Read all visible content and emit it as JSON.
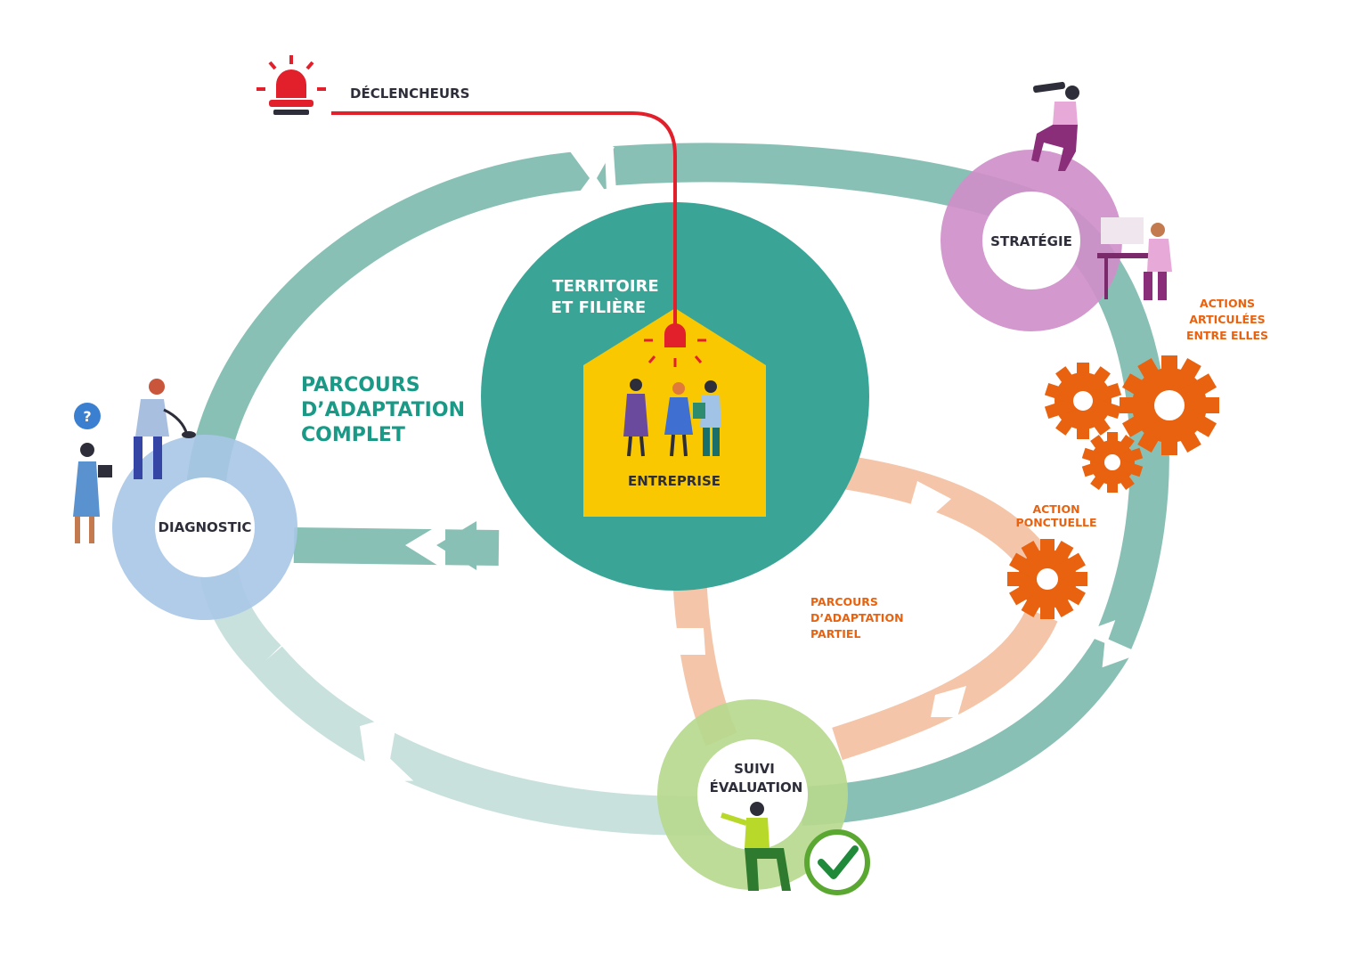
{
  "labels": {
    "triggers": "DÉCLENCHEURS",
    "territory_line1": "TERRITOIRE",
    "territory_line2": "ET FILIÈRE",
    "company": "ENTREPRISE",
    "strategy": "STRATÉGIE",
    "diagnostic": "DIAGNOSTIC",
    "followup_line1": "SUIVI",
    "followup_line2": "ÉVALUATION",
    "full_path_line1": "PARCOURS",
    "full_path_line2": "D’ADAPTATION",
    "full_path_line3": "COMPLET",
    "partial_path_line1": "PARCOURS",
    "partial_path_line2": "D’ADAPTATION",
    "partial_path_line3": "PARTIEL",
    "one_off_line1": "ACTION",
    "one_off_line2": "PONCTUELLE",
    "linked_line1": "ACTIONS",
    "linked_line2": "ARTICULÉES",
    "linked_line3": "ENTRE ELLES",
    "question_mark": "?"
  },
  "icons": [
    "alarm-light-icon",
    "question-icon",
    "gear-icon",
    "check-icon",
    "house-icon",
    "people-illustration",
    "telescope-person-illustration",
    "desk-worker-illustration",
    "doctor-illustration",
    "thinking-person-illustration"
  ],
  "colors": {
    "teal_dark": "#3aa597",
    "teal_ring": "#89c0b6",
    "teal_light": "#c9e1dd",
    "orange_path": "#f3c2a3",
    "orange": "#e8620f",
    "red": "#e2202b",
    "yellow": "#f9c800",
    "purple": "#cf8fc9",
    "blue": "#a9c6e6",
    "green": "#b6d98e",
    "green_dark": "#5aa832"
  }
}
